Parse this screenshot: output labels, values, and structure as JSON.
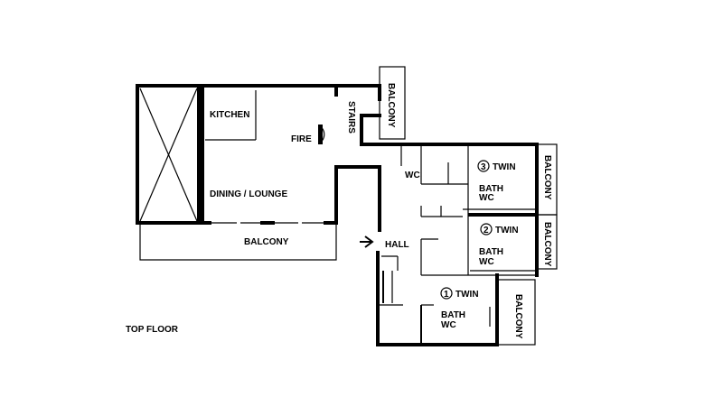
{
  "plan": {
    "floor_label": "TOP FLOOR",
    "rooms": {
      "kitchen": "KITCHEN",
      "dining_lounge": "DINING / LOUNGE",
      "fire": "FIRE",
      "stairs": "STAIRS",
      "hall": "HALL",
      "wc": "WC",
      "balcony_main": "BALCONY",
      "balcony_top": "BALCONY",
      "balcony_r3": "BALCONY",
      "balcony_r2": "BALCONY",
      "balcony_r1": "BALCONY",
      "room3_num": "3",
      "room3_name": "TWIN",
      "room3_bath": "BATH",
      "room3_wc": "WC",
      "room2_num": "2",
      "room2_name": "TWIN",
      "room2_bath": "BATH",
      "room2_wc": "WC",
      "room1_num": "1",
      "room1_name": "TWIN",
      "room1_bath": "BATH",
      "room1_wc": "WC"
    }
  }
}
